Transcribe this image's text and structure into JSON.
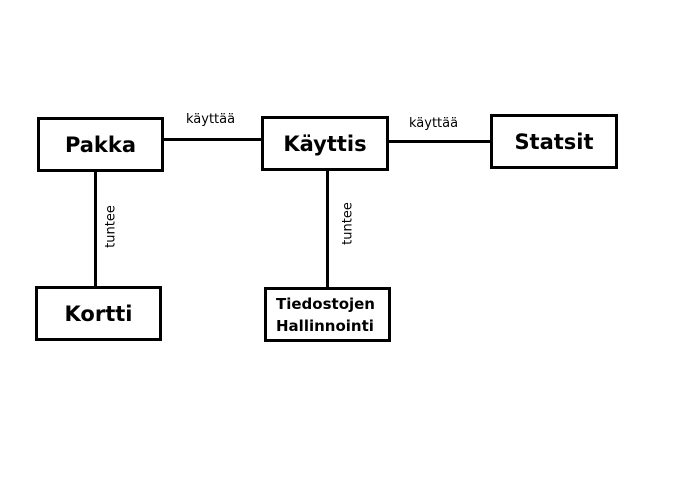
{
  "nodes": {
    "pakka": "Pakka",
    "kayttis": "Käyttis",
    "statsit": "Statsit",
    "kortti": "Kortti",
    "tiedostojen_line1": "Tiedostojen",
    "tiedostojen_line2": "Hallinnointi"
  },
  "edges": {
    "pakka_kayttis": "käyttää",
    "kayttis_statsit": "käyttää",
    "pakka_kortti": "tuntee",
    "kayttis_tiedostojen": "tuntee"
  }
}
